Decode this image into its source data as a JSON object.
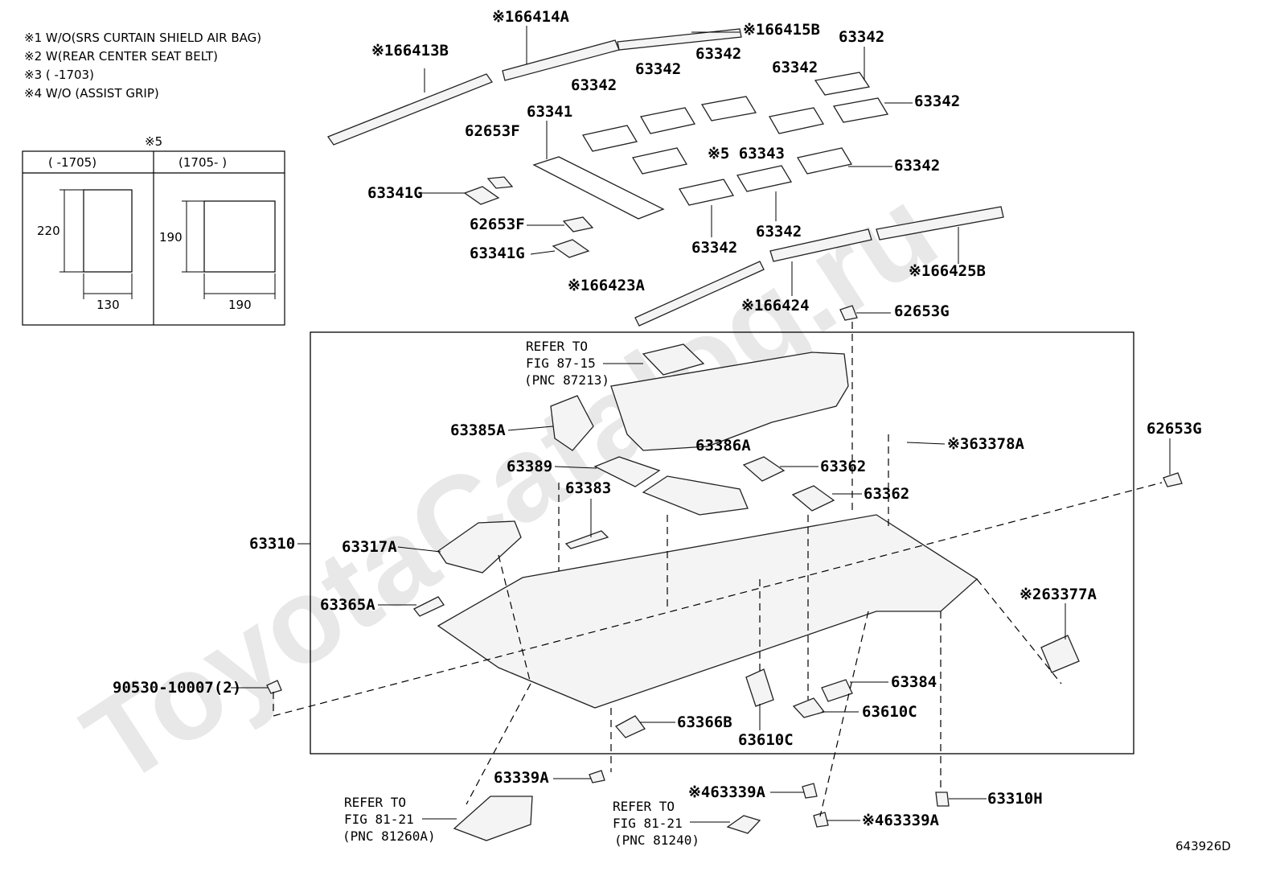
{
  "notes": [
    "※1 W/O(SRS CURTAIN SHIELD AIR BAG)",
    "※2 W(REAR CENTER SEAT BELT)",
    "※3 (      -1703)",
    "※4 W/O (ASSIST GRIP)"
  ],
  "size_table": {
    "title": "※5",
    "col1_header": "(      -1705)",
    "col2_header": "(1705-      )",
    "col1_height": "220",
    "col1_width": "130",
    "col2_height": "190",
    "col2_width": "190"
  },
  "parts": {
    "p66414A": "※166414A",
    "p66415B": "※166415B",
    "p66413B": "※166413B",
    "p63342_a": "63342",
    "p63342_b": "63342",
    "p63342_c": "63342",
    "p63342_d": "63342",
    "p63342_e": "63342",
    "p63342_f": "63342",
    "p63342_g": "63342",
    "p63342_h": "63342",
    "p63342_i": "63342",
    "p63341": "63341",
    "p62653F_a": "62653F",
    "p63343": "※5 63343",
    "p63341G_a": "63341G",
    "p62653F_b": "62653F",
    "p63341G_b": "63341G",
    "p66423A": "※166423A",
    "p66424": "※166424",
    "p66425B": "※166425B",
    "p62653G_a": "62653G",
    "p62653G_b": "62653G",
    "p63385A": "63385A",
    "p63386A": "63386A",
    "p63378A": "※363378A",
    "p63389": "63389",
    "p63362_a": "63362",
    "p63362_b": "63362",
    "p63383": "63383",
    "p63310": "63310",
    "p63317A": "63317A",
    "p63365A": "63365A",
    "p63377A": "※263377A",
    "p63384": "63384",
    "p90530": "90530-10007(2)",
    "p63610C_a": "63610C",
    "p63610C_b": "63610C",
    "p63366B": "63366B",
    "p63339A_a": "63339A",
    "p63339A_b": "※463339A",
    "p63339A_c": "※463339A",
    "p63310H": "63310H"
  },
  "refers": {
    "r1_line1": "REFER TO",
    "r1_line2": "FIG 87-15",
    "r1_line3": "(PNC 87213)",
    "r2_line1": "REFER TO",
    "r2_line2": "FIG 81-21",
    "r2_line3": "(PNC 81260A)",
    "r3_line1": "REFER TO",
    "r3_line2": "FIG 81-21",
    "r3_line3": "(PNC 81240)"
  },
  "watermark": "ToyotaCatalog.ru",
  "diagram_id": "643926D"
}
